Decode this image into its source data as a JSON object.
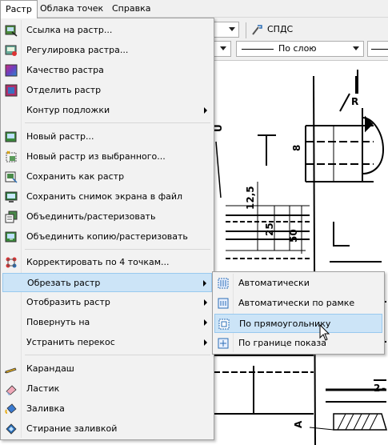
{
  "menubar": {
    "items": [
      {
        "label": "Растр",
        "active": true
      },
      {
        "label": "Облака точек",
        "active": false
      },
      {
        "label": "Справка",
        "active": false
      }
    ]
  },
  "toolbar": {
    "spds_label": "СПДС",
    "linetype_label": "По слою"
  },
  "raster_menu": {
    "items": [
      {
        "label": "Ссылка на растр...",
        "icon": "raster-link-icon",
        "submenu": false
      },
      {
        "label": "Регулировка растра...",
        "icon": "raster-adjust-icon",
        "submenu": false
      },
      {
        "label": "Качество растра",
        "icon": "raster-quality-icon",
        "submenu": false
      },
      {
        "label": "Отделить растр",
        "icon": "raster-detach-icon",
        "submenu": false
      },
      {
        "label": "Контур подложки",
        "icon": "",
        "submenu": true
      },
      {
        "label": "Новый растр...",
        "icon": "new-raster-icon",
        "submenu": false
      },
      {
        "label": "Новый растр из выбранного...",
        "icon": "new-raster-from-selection-icon",
        "submenu": false
      },
      {
        "label": "Сохранить как растр",
        "icon": "save-as-raster-icon",
        "submenu": false
      },
      {
        "label": "Сохранить снимок экрана в файл",
        "icon": "save-screenshot-icon",
        "submenu": false
      },
      {
        "label": "Объединить/растеризовать",
        "icon": "merge-rasterize-icon",
        "submenu": false
      },
      {
        "label": "Объединить копию/растеризовать",
        "icon": "merge-copy-rasterize-icon",
        "submenu": false
      },
      {
        "label": "Корректировать по 4 точкам...",
        "icon": "correct-4-points-icon",
        "submenu": false
      },
      {
        "label": "Обрезать растр",
        "icon": "",
        "submenu": true,
        "highlighted": true
      },
      {
        "label": "Отобразить растр",
        "icon": "",
        "submenu": true
      },
      {
        "label": "Повернуть на",
        "icon": "",
        "submenu": true
      },
      {
        "label": "Устранить перекос",
        "icon": "",
        "submenu": true
      },
      {
        "label": "Карандаш",
        "icon": "pencil-icon",
        "submenu": false
      },
      {
        "label": "Ластик",
        "icon": "eraser-icon",
        "submenu": false
      },
      {
        "label": "Заливка",
        "icon": "fill-icon",
        "submenu": false
      },
      {
        "label": "Стирание заливкой",
        "icon": "fill-erase-icon",
        "submenu": false
      }
    ]
  },
  "crop_submenu": {
    "items": [
      {
        "label": "Автоматически",
        "icon": "crop-auto-icon"
      },
      {
        "label": "Автоматически по рамке",
        "icon": "crop-auto-frame-icon"
      },
      {
        "label": "По прямоугольнику",
        "icon": "crop-rectangle-icon",
        "highlighted": true
      },
      {
        "label": "По границе показа",
        "icon": "crop-view-boundary-icon"
      }
    ]
  },
  "drawing": {
    "dim_labels": [
      "R",
      "U",
      "8",
      "12,5",
      "25",
      "50",
      "A",
      "2",
      "-"
    ]
  },
  "colors": {
    "highlight": "#cce4f7",
    "highlight_border": "#99c9ef",
    "menu_bg": "#f2f2f2"
  }
}
